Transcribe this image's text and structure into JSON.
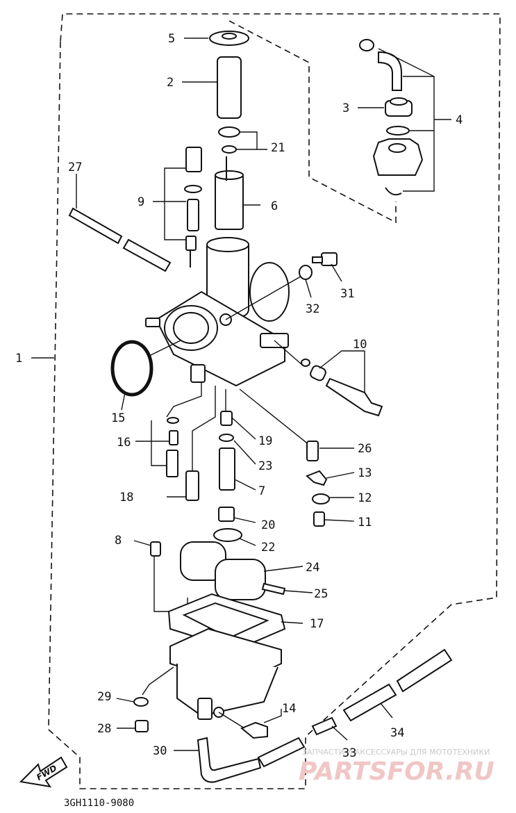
{
  "diagram": {
    "part_code": "3GH1110-9080",
    "direction_label": "FWD",
    "callouts": [
      "1",
      "2",
      "3",
      "4",
      "5",
      "6",
      "7",
      "8",
      "9",
      "10",
      "11",
      "12",
      "13",
      "14",
      "15",
      "16",
      "17",
      "18",
      "19",
      "20",
      "21",
      "22",
      "23",
      "24",
      "25",
      "26",
      "27",
      "28",
      "29",
      "30",
      "31",
      "32",
      "33",
      "34"
    ]
  },
  "watermark": {
    "tagline": "ЗАПЧАСТИ И АКСЕССУАРЫ ДЛЯ МОТОТЕХНИКИ",
    "brand": "PARTSFOR.RU"
  },
  "colors": {
    "ink": "#111111",
    "watermark_text": "#c9c9c9",
    "watermark_brand": "#f1c6c6"
  }
}
